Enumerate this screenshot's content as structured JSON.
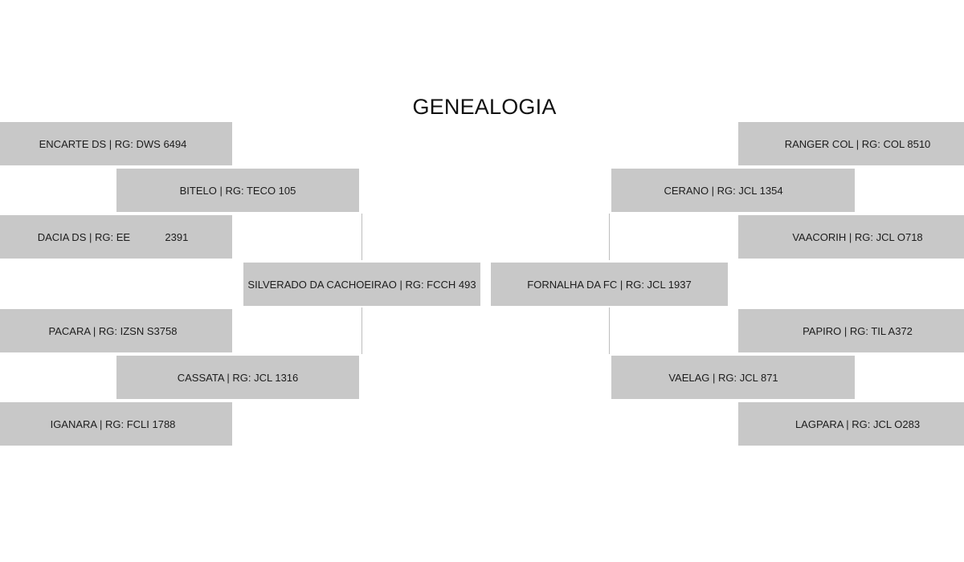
{
  "title": "GENEALOGIA",
  "left": {
    "sire_sire": "ENCARTE DS | RG: DWS 6494",
    "sire": "BITELO | RG: TECO 105",
    "sire_dam": "DACIA DS | RG: EE            2391",
    "animal": "SILVERADO DA CACHOEIRAO | RG: FCCH 493",
    "dam_sire": "PACARA | RG: IZSN S3758",
    "dam": "CASSATA | RG: JCL 1316",
    "dam_dam": "IGANARA | RG: FCLI 1788"
  },
  "right": {
    "sire_sire": "RANGER COL | RG: COL 8510",
    "sire": "CERANO | RG: JCL 1354",
    "sire_dam": "VAACORIH | RG: JCL O718",
    "animal": "FORNALHA DA FC | RG: JCL 1937",
    "dam_sire": "PAPIRO | RG: TIL A372",
    "dam": "VAELAG | RG: JCL 871",
    "dam_dam": "LAGPARA | RG: JCL O283"
  }
}
